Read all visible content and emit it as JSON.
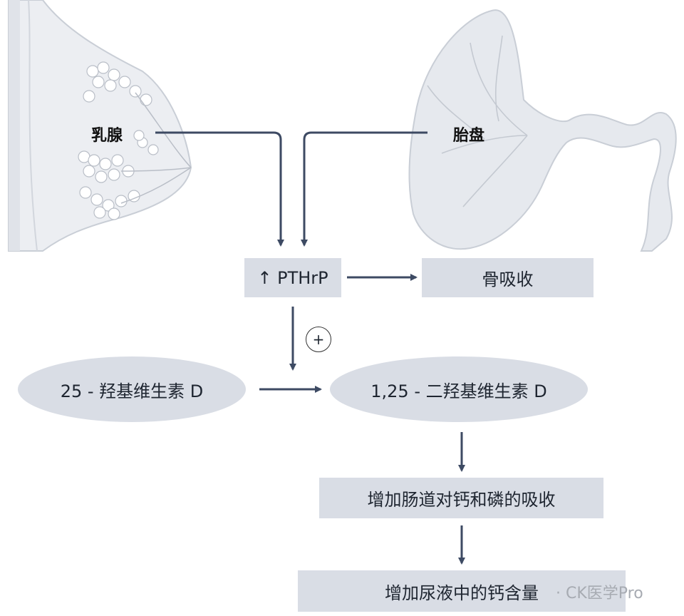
{
  "labels": {
    "mammary": "乳腺",
    "placenta": "胎盘"
  },
  "nodes": {
    "pthrp": "↑ PTHrP",
    "bone": "骨吸收",
    "vitd25": "25 - 羟基维生素 D",
    "vitd125": "1,25 - 二羟基维生素 D",
    "intestine": "增加肠道对钙和磷的吸收",
    "urine": "增加尿液中的钙含量"
  },
  "stimulation_symbol": "+",
  "watermark": "· CK医学Pro",
  "colors": {
    "arrow": "#3d4a63",
    "node_fill": "#d9dde5",
    "illustration": "#e6e9ee"
  }
}
